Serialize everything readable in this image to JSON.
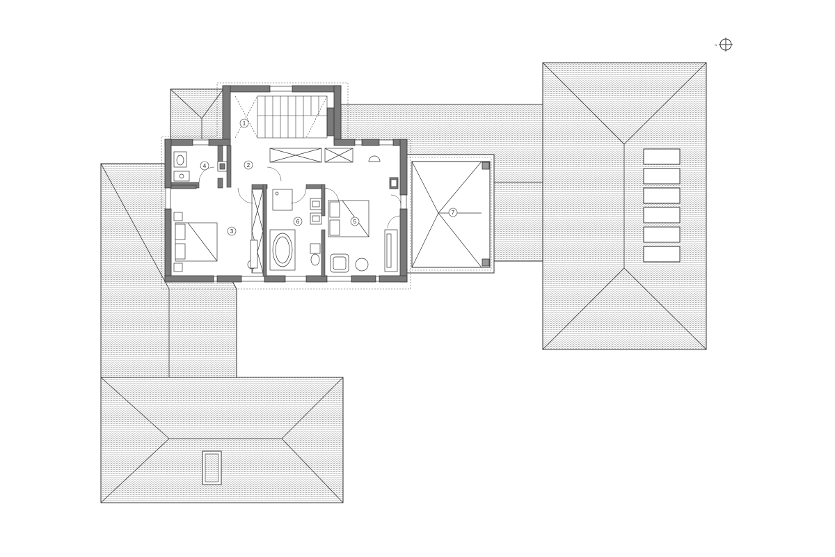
{
  "drawing": {
    "north_marker_label": "N",
    "rooms": [
      {
        "id": "room-1",
        "label": "1"
      },
      {
        "id": "room-2",
        "label": "2"
      },
      {
        "id": "room-3",
        "label": "3"
      },
      {
        "id": "room-4",
        "label": "4"
      },
      {
        "id": "room-5",
        "label": "5"
      },
      {
        "id": "room-6",
        "label": "6"
      },
      {
        "id": "room-7",
        "label": "7"
      }
    ]
  },
  "colors": {
    "line": "#333333",
    "wall": "#7a7a7a",
    "paper": "#ffffff",
    "tile": "#8a8a8a"
  }
}
